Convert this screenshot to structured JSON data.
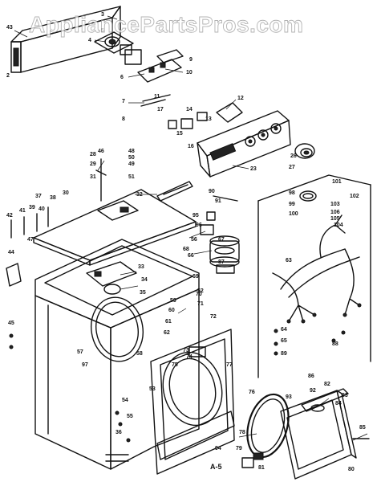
{
  "watermark": "AppliancePartsPros.com",
  "figure_label": "A-5",
  "callouts": [
    "43",
    "2",
    "3",
    "4",
    "5",
    "9",
    "10",
    "6",
    "11",
    "7",
    "8",
    "12",
    "17",
    "14",
    "13",
    "15",
    "16",
    "23",
    "26",
    "27",
    "28",
    "29",
    "30",
    "31",
    "32",
    "33",
    "34",
    "35",
    "36",
    "37",
    "38",
    "39",
    "40",
    "41",
    "42",
    "44",
    "45",
    "46",
    "47",
    "48",
    "49",
    "50",
    "51",
    "52",
    "53",
    "54",
    "55",
    "56",
    "57",
    "58",
    "59",
    "60",
    "61",
    "62",
    "63",
    "64",
    "65",
    "66",
    "67",
    "68",
    "69",
    "70",
    "71",
    "72",
    "73",
    "74",
    "75",
    "76",
    "77",
    "78",
    "79",
    "80",
    "81",
    "82",
    "83",
    "84",
    "85",
    "86",
    "87",
    "88",
    "89",
    "90",
    "91",
    "92",
    "93",
    "94",
    "95",
    "96",
    "97",
    "98",
    "99",
    "100",
    "101",
    "102",
    "103",
    "104",
    "105",
    "106"
  ]
}
